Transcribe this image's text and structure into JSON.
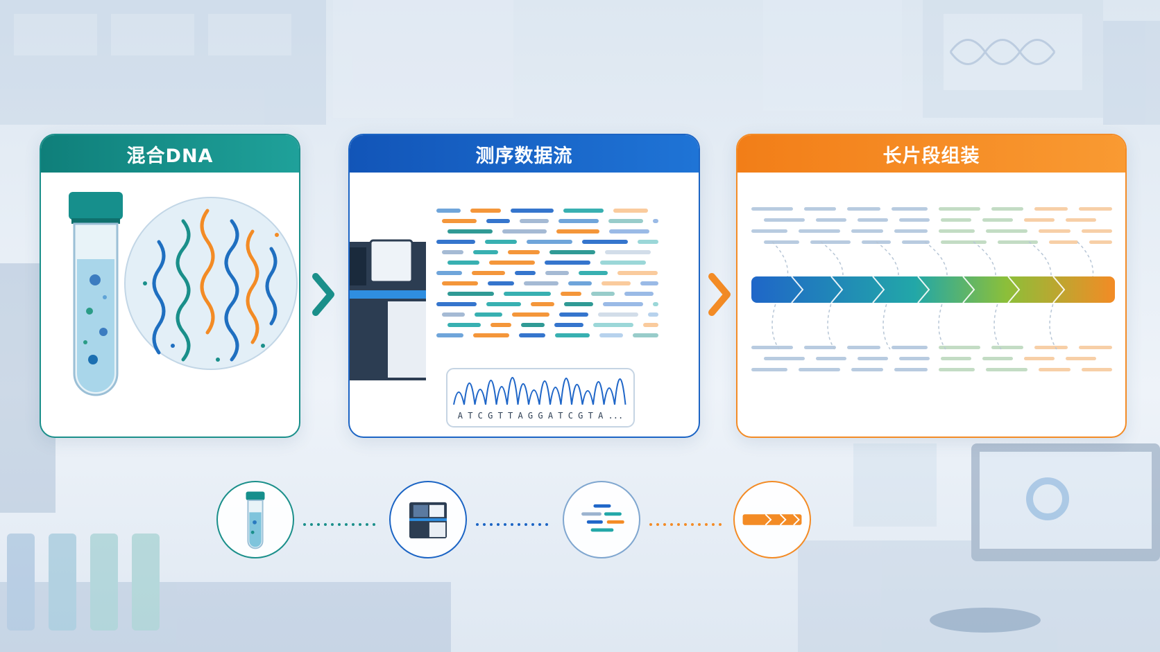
{
  "panels": {
    "mixed_dna": {
      "title": "混合DNA"
    },
    "sequencing": {
      "title": "测序数据流",
      "bases": [
        "A",
        "T",
        "C",
        "G",
        "T",
        "T",
        "A",
        "G",
        "G",
        "A",
        "T",
        "C",
        "G",
        "T",
        "A",
        "..."
      ]
    },
    "assembly": {
      "title": "长片段组装"
    }
  },
  "colors": {
    "teal": "#1a8f8a",
    "blue": "#1b64c4",
    "orange": "#f38b25",
    "green": "#8bbf3a"
  },
  "icons": [
    "test-tube-icon",
    "sequencer-icon",
    "reads-icon",
    "assembled-contig-icon"
  ]
}
